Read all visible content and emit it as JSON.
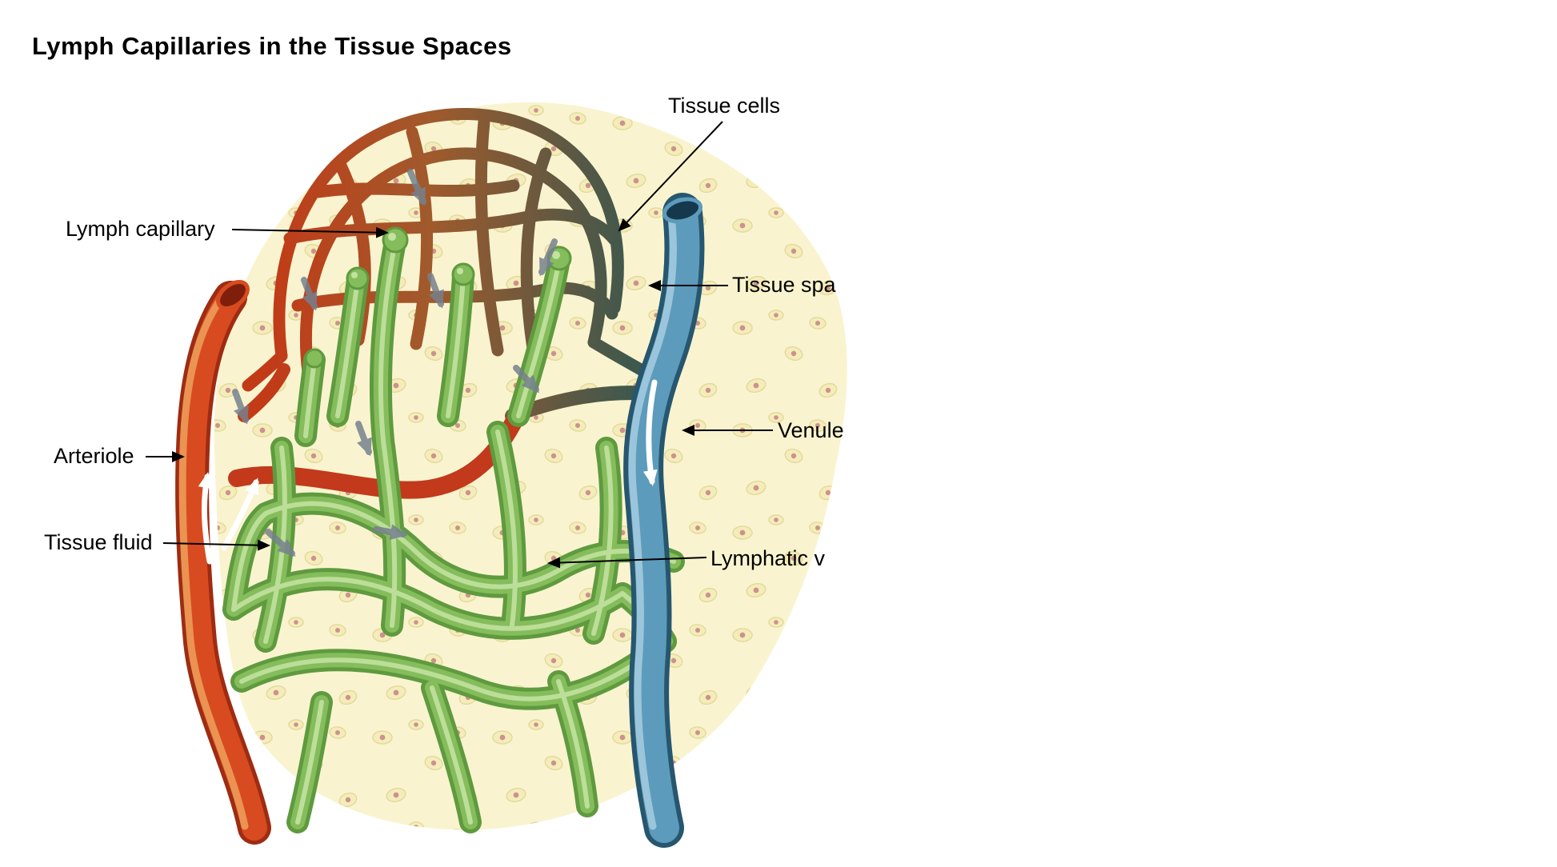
{
  "title": "Lymph Capillaries in the Tissue Spaces",
  "labels": {
    "tissue_cells": "Tissue cells",
    "lymph_capillary": "Lymph capillary",
    "tissue_space": "Tissue spa",
    "venule": "Venule",
    "arteriole": "Arteriole",
    "tissue_fluid": "Tissue fluid",
    "lymphatic_vessel": "Lymphatic v"
  },
  "colors": {
    "background": "#FFFFFF",
    "tissue_background": "#F9F4CF",
    "arteriole_red": "#D84B20",
    "venule_blue": "#5C9BBB",
    "lymph_green": "#85BD5C",
    "capillary_gradient_left": "#C33A17",
    "capillary_gradient_right": "#3E584D",
    "flow_arrow_gray": "#76818E",
    "label_text": "#000000"
  }
}
